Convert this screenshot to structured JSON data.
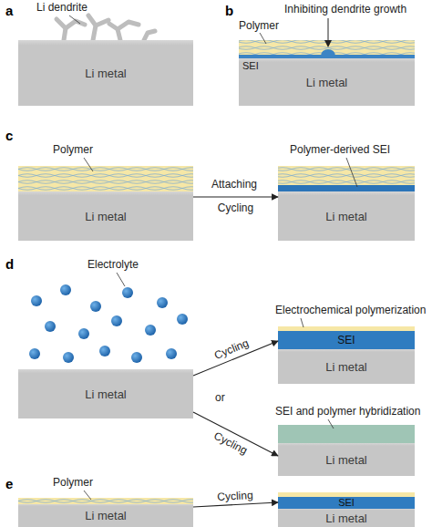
{
  "diagram": {
    "nodes": [
      {
        "text": [
          "Li metal"
        ]
      },
      {
        "text": [
          "Li metal"
        ]
      },
      {
        "text": [
          "Li metal"
        ]
      },
      {
        "text": [
          "Li metal"
        ]
      },
      {
        "text": [
          "Li metal"
        ]
      },
      {
        "text": [
          "SEI"
        ]
      },
      {
        "text": [
          "Li metal"
        ]
      },
      {
        "text": [
          "Li metal"
        ]
      },
      {
        "text": [
          "Li metal"
        ]
      },
      {
        "text": [
          "SEI"
        ]
      },
      {
        "text": [
          "Li metal"
        ]
      }
    ],
    "edges": [
      {
        "from": 2,
        "to": 3,
        "label": "Cycling",
        "arrow": "to"
      },
      {
        "from": 4,
        "to": 5,
        "label": "Cycling",
        "arrow": "to"
      },
      {
        "from": 4,
        "to": 7,
        "label": "Cycling",
        "arrow": "to"
      },
      {
        "from": 8,
        "to": 9,
        "label": "Cycling",
        "arrow": "to"
      }
    ],
    "labels": [
      "a",
      "Li dendrite",
      "b",
      "Polymer",
      "Inhibiting dendrite growth",
      "SEI",
      "c",
      "Polymer",
      "Attaching",
      "Polymer-derived SEI",
      "d",
      "Electrolyte",
      "Electrochemical polymerization",
      "or",
      "SEI and polymer hybridization",
      "e",
      "Polymer"
    ]
  }
}
